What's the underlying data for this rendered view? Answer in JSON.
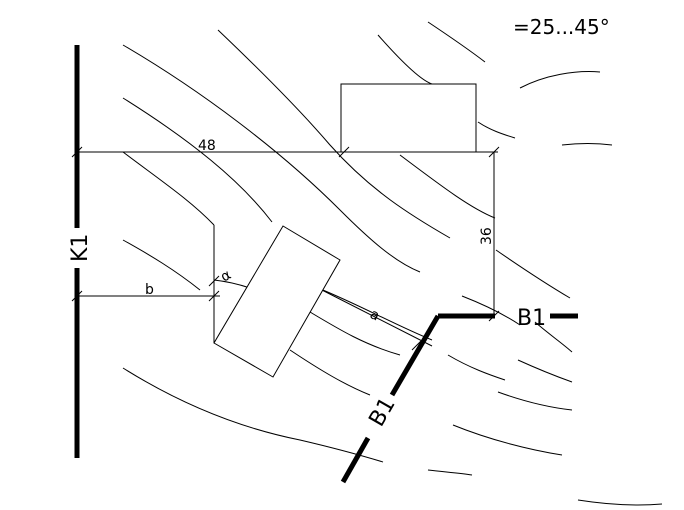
{
  "diagram": {
    "angle_range": "=25...45°",
    "dim_horizontal": "48",
    "dim_vertical": "36",
    "dim_b": "b",
    "dim_a": "a",
    "angle_symbol": "α",
    "label_k1": "K1",
    "label_b1_horizontal": "B1",
    "label_b1_diagonal": "B1"
  }
}
